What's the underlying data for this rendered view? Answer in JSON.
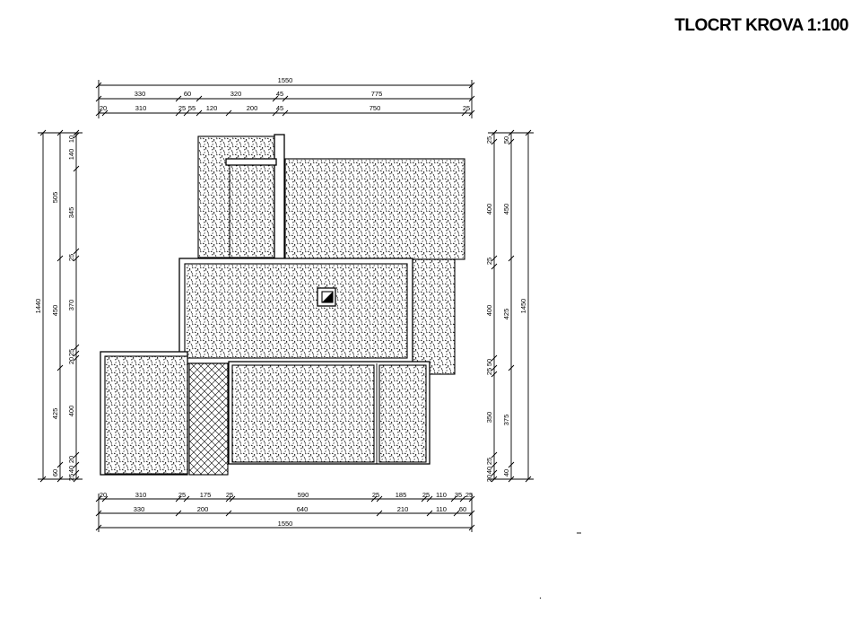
{
  "title": "TLOCRT KROVA 1:100",
  "top_dimensions": {
    "overall": "1550",
    "row1": [
      "330",
      "60",
      "320",
      "45",
      "775"
    ],
    "row2": [
      "20",
      "310",
      "25",
      "55",
      "120",
      "200",
      "45",
      "750",
      "25"
    ]
  },
  "bottom_dimensions": {
    "row1": [
      "20",
      "310",
      "25",
      "175",
      "25",
      "590",
      "25",
      "185",
      "25",
      "110",
      "35",
      "25"
    ],
    "row2": [
      "330",
      "200",
      "640",
      "210",
      "110",
      "60"
    ],
    "overall": "1550"
  },
  "left_dimensions": {
    "overall": "1440",
    "row1": [
      "505",
      "450",
      "425",
      "60"
    ],
    "row2": [
      "10",
      "140",
      "345",
      "25",
      "370",
      "25",
      "20",
      "400",
      "20",
      "40",
      "25"
    ]
  },
  "right_dimensions": {
    "overall": "1450",
    "row1": [
      "50",
      "450",
      "425",
      "375",
      "40"
    ],
    "row2": [
      "25",
      "400",
      "25",
      "400",
      "50",
      "25",
      "350",
      "25",
      "40",
      "20"
    ]
  },
  "hatch_colors": {
    "line": "#000000",
    "background": "#ffffff"
  }
}
